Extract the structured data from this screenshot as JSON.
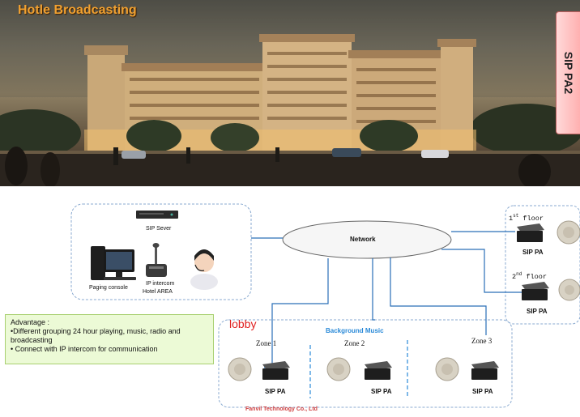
{
  "hero": {
    "title": "Hotle Broadcasting",
    "side_tab": "SIP PA2"
  },
  "diagram": {
    "hotel_area": {
      "server_label": "SIP  Sever",
      "paging_console_label": "Paging console",
      "intercom_label": "IP intercom",
      "area_label": "Hotel AREA"
    },
    "network_label": "Network",
    "floors": [
      {
        "label_main": "1",
        "label_sup": "st",
        "label_rest": " floor",
        "device": "SIP PA"
      },
      {
        "label_main": "2",
        "label_sup": "nd",
        "label_rest": " floor",
        "device": "SIP PA"
      }
    ],
    "lobby": {
      "title": "lobby",
      "background_label": "Background Music",
      "zones": [
        {
          "label": "Zone 1",
          "device": "SIP PA"
        },
        {
          "label": "Zone 2",
          "device": "SIP PA"
        },
        {
          "label": "Zone 3",
          "device": "SIP PA"
        }
      ]
    },
    "advantage": {
      "title": "Advantage :",
      "items": [
        "•Different grouping 24 hour playing, music, radio and broadcasting",
        "• Connect with IP intercom for communication"
      ]
    },
    "company": "Fanvil Technology Co., Ltd"
  },
  "colors": {
    "title": "#f0a030",
    "side_tab": "#ffb0b0",
    "lobby": "#e02020",
    "background_music": "#2a8ad8",
    "link": "#2a6fb8",
    "dashed_border": "#8aaad0"
  }
}
